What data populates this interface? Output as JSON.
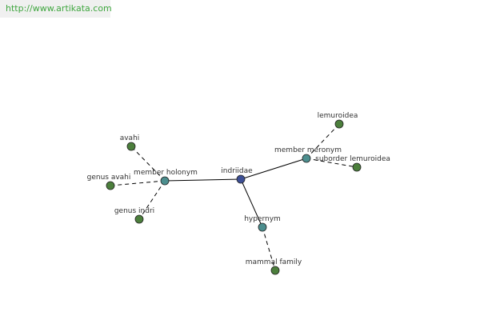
{
  "site": {
    "url": "http://www.artikata.com",
    "url_color": "#3fa63f"
  },
  "colors": {
    "center_node": "#3c4f96",
    "relation_node": "#4c8e8e",
    "leaf_node": "#4c7f3c",
    "node_stroke": "#222222",
    "edge": "#000000",
    "label": "#333333"
  },
  "graph": {
    "center": {
      "id": "center",
      "label": "indriidae",
      "kind": "center"
    },
    "relations": [
      {
        "id": "holonym",
        "label": "member holonym",
        "kind": "relation"
      },
      {
        "id": "meronym",
        "label": "member meronym",
        "kind": "relation"
      },
      {
        "id": "hypernym",
        "label": "hypernym",
        "kind": "relation"
      }
    ],
    "leaves": [
      {
        "id": "avahi",
        "label": "avahi",
        "kind": "leaf",
        "parent": "holonym"
      },
      {
        "id": "genus-avahi",
        "label": "genus avahi",
        "kind": "leaf",
        "parent": "holonym"
      },
      {
        "id": "genus-indri",
        "label": "genus indri",
        "kind": "leaf",
        "parent": "holonym"
      },
      {
        "id": "lemuroidea",
        "label": "lemuroidea",
        "kind": "leaf",
        "parent": "meronym"
      },
      {
        "id": "suborder-lemuroidea",
        "label": "suborder lemuroidea",
        "kind": "leaf",
        "parent": "meronym"
      },
      {
        "id": "mammal-family",
        "label": "mammal family",
        "kind": "leaf",
        "parent": "hypernym"
      }
    ]
  }
}
